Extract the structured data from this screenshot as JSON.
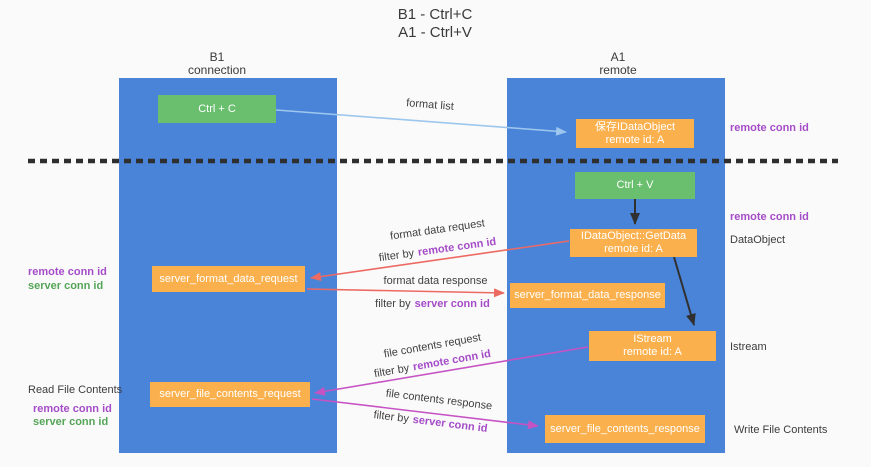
{
  "title": {
    "line1": "B1 - Ctrl+C",
    "line2": "A1 - Ctrl+V"
  },
  "columns": {
    "left": {
      "name": "B1",
      "role": "connection"
    },
    "right": {
      "name": "A1",
      "role": "remote"
    }
  },
  "nodes": {
    "ctrl_c": "Ctrl + C",
    "ctrl_v": "Ctrl + V",
    "save_dataobject": {
      "line1": "保存IDataObject",
      "line2": "remote id: A"
    },
    "getdata": {
      "line1": "IDataObject::GetData",
      "line2": "remote id: A"
    },
    "istream": {
      "line1": "IStream",
      "line2": "remote id: A"
    },
    "format_request": "server_format_data_request",
    "format_response": "server_format_data_response",
    "file_request": "server_file_contents_request",
    "file_response": "server_file_contents_response"
  },
  "arrow_labels": {
    "format_list": "format list",
    "format_request": {
      "text": "format data request",
      "filter_prefix": "filter by",
      "filter_id": "remote conn id"
    },
    "format_response": {
      "text": "format data response",
      "filter_prefix": "filter by",
      "filter_id": "server conn id"
    },
    "file_request": {
      "text": "file contents request",
      "filter_prefix": "filter by",
      "filter_id": "remote conn id"
    },
    "file_response": {
      "text": "file contents response",
      "filter_prefix": "filter by",
      "filter_id": "server conn id"
    }
  },
  "side_labels": {
    "right_remote_conn_id_top": "remote conn id",
    "right_remote_conn_id_mid": "remote conn id",
    "right_dataobject": "DataObject",
    "right_istream": "Istream",
    "right_write_file_contents": "Write File Contents",
    "left_remote_conn_id_top": "remote conn id",
    "left_server_conn_id_top": "server conn id",
    "left_read_file_contents": "Read File Contents",
    "left_remote_conn_id_bottom": "remote conn id",
    "left_server_conn_id_bottom": "server conn id"
  },
  "colors": {
    "lifeline_blue": "#4a84d8",
    "action_green": "#6abf6e",
    "message_orange": "#fab04d",
    "arrow_light_blue": "#9cc6ee",
    "arrow_red": "#ed6a63",
    "arrow_magenta": "#c653c4",
    "arrow_black": "#303030",
    "remote_conn_purple": "#a54cc8",
    "server_conn_green": "#55a558",
    "background": "#fafafa"
  }
}
